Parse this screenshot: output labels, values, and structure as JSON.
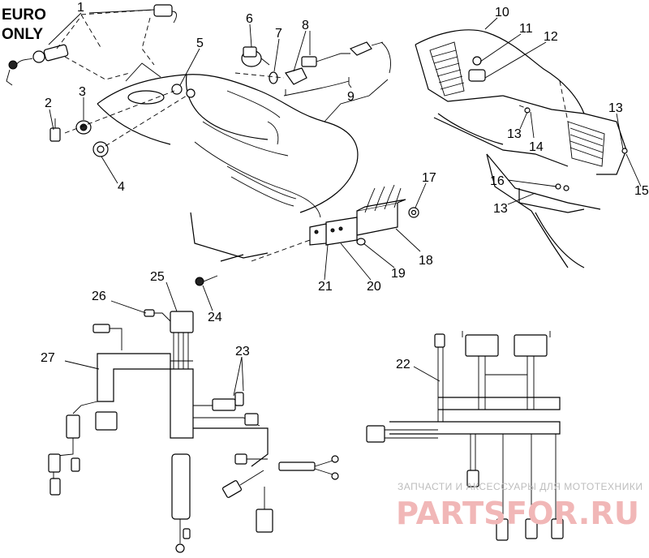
{
  "note": {
    "line1": "EURO",
    "line2": "ONLY"
  },
  "callouts": {
    "c1": "1",
    "c2": "2",
    "c3": "3",
    "c4": "4",
    "c5": "5",
    "c6": "6",
    "c7": "7",
    "c8": "8",
    "c9": "9",
    "c10": "10",
    "c11": "11",
    "c12": "12",
    "c13a": "13",
    "c13b": "13",
    "c13c": "13",
    "c14": "14",
    "c15": "15",
    "c16": "16",
    "c17": "17",
    "c18": "18",
    "c19": "19",
    "c20": "20",
    "c21": "21",
    "c22": "22",
    "c23": "23",
    "c24": "24",
    "c25": "25",
    "c26": "26",
    "c27": "27"
  },
  "watermark": {
    "subtitle": "ЗАПЧАСТИ И АКСЕССУАРЫ ДЛЯ МОТОТЕХНИКИ",
    "brand": "PARTSFOR.RU",
    "color": "#f1b7b7"
  }
}
